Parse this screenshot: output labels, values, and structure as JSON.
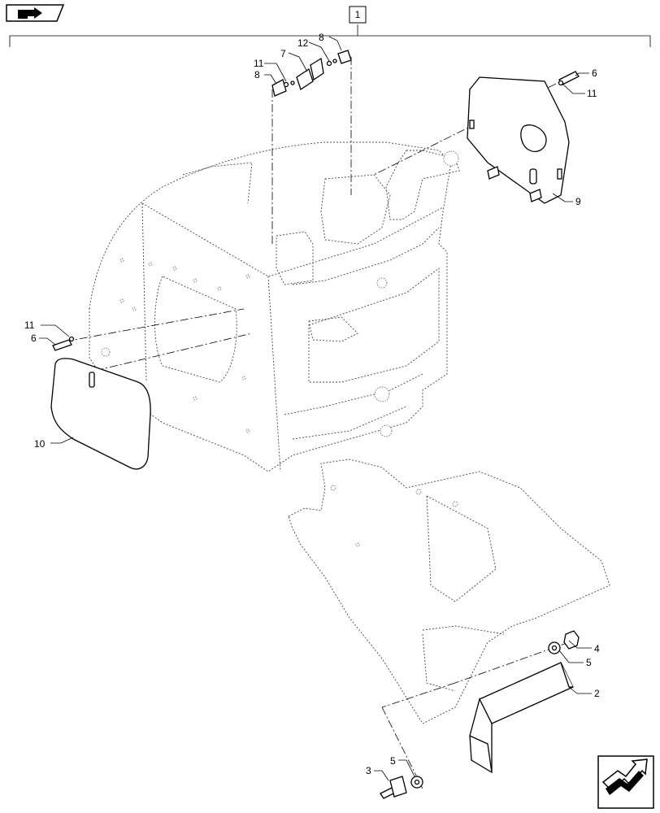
{
  "header": {
    "assembly_ref": "1",
    "book_icon": "open-book-arrow-icon"
  },
  "callouts": [
    {
      "id": "c1",
      "text": "1"
    },
    {
      "id": "c2",
      "text": "2"
    },
    {
      "id": "c3",
      "text": "3"
    },
    {
      "id": "c4",
      "text": "4"
    },
    {
      "id": "c5a",
      "text": "5"
    },
    {
      "id": "c5b",
      "text": "5"
    },
    {
      "id": "c6a",
      "text": "6"
    },
    {
      "id": "c6b",
      "text": "6"
    },
    {
      "id": "c7",
      "text": "7"
    },
    {
      "id": "c8a",
      "text": "8"
    },
    {
      "id": "c8b",
      "text": "8"
    },
    {
      "id": "c9",
      "text": "9"
    },
    {
      "id": "c10",
      "text": "10"
    },
    {
      "id": "c11a",
      "text": "11"
    },
    {
      "id": "c11b",
      "text": "11"
    },
    {
      "id": "c11c",
      "text": "11"
    },
    {
      "id": "c12",
      "text": "12"
    }
  ],
  "footer": {
    "nav_icon": "next-page-arrow-icon"
  }
}
